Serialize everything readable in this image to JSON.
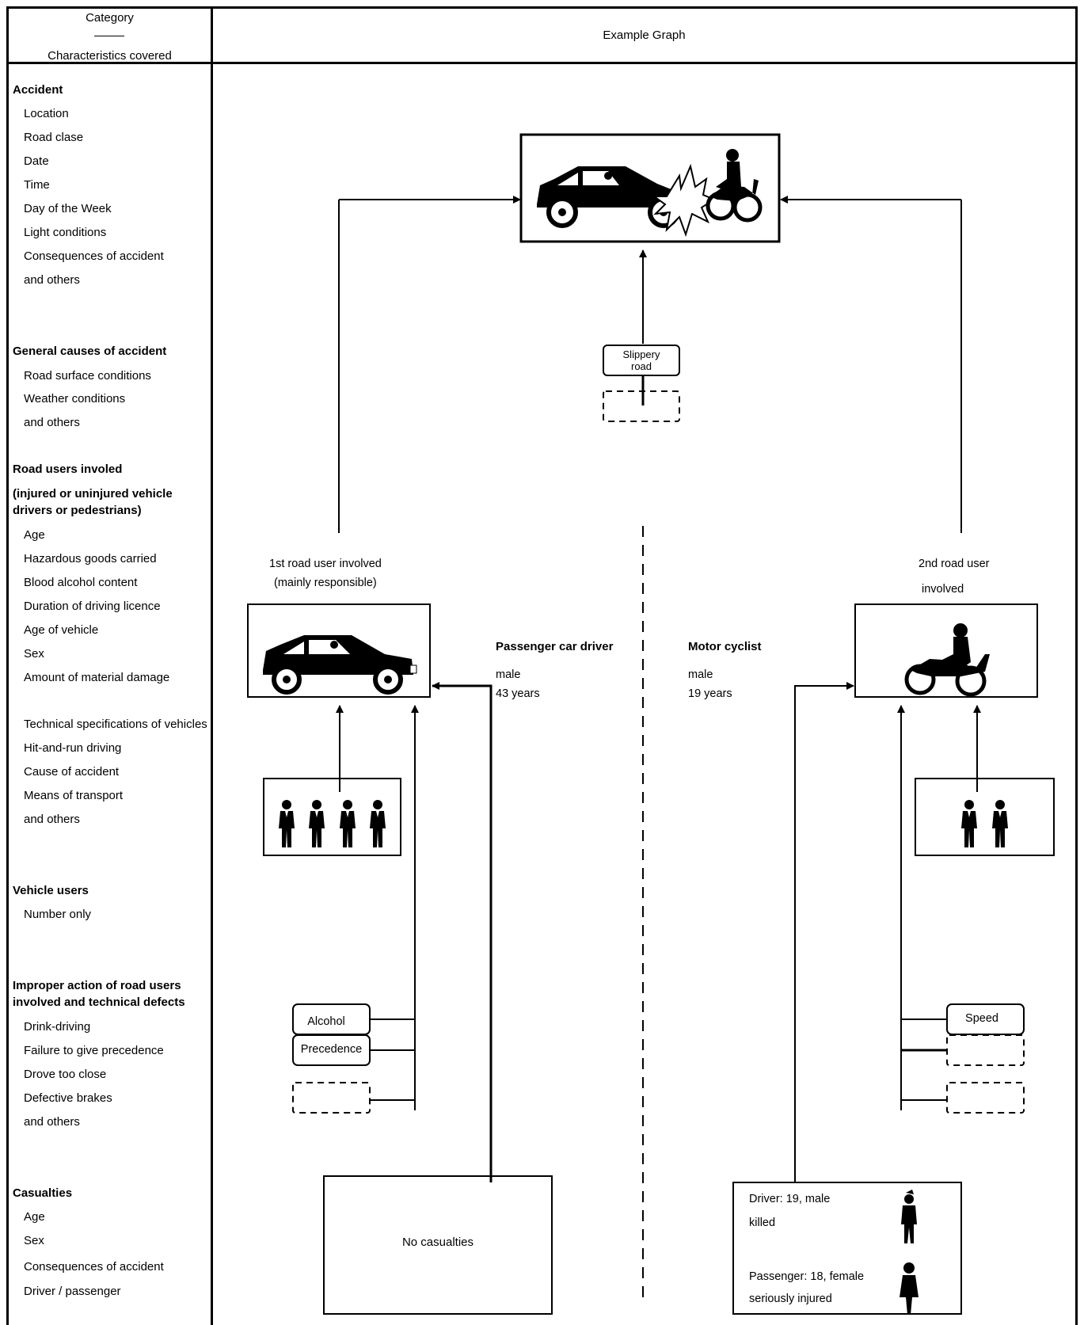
{
  "header": {
    "category": "Category",
    "characteristics": "Characteristics covered",
    "example_graph": "Example Graph"
  },
  "categories": {
    "accident": {
      "title": "Accident",
      "items": [
        "Location",
        "Road clase",
        "Date",
        "Time",
        "Day of the Week",
        "Light conditions",
        "Consequences of accident",
        "and others"
      ]
    },
    "general_causes": {
      "title": "General causes of accident",
      "items": [
        "Road surface conditions",
        "Weather conditions",
        "and others"
      ]
    },
    "road_users": {
      "title_line1": "Road users involed",
      "title_line2": "(injured or uninjured vehicle",
      "title_line3": "drivers or pedestrians)",
      "items": [
        "Age",
        "Hazardous goods carried",
        "Blood alcohol content",
        "Duration of driving licence",
        "Age of vehicle",
        "Sex",
        "Amount of material damage",
        "Technical specifications of vehicles",
        "Hit-and-run driving",
        "Cause of accident",
        "Means of transport",
        "and others"
      ]
    },
    "vehicle_users": {
      "title": "Vehicle users",
      "items": [
        "Number only"
      ]
    },
    "improper_action": {
      "title_line1": "Improper action of road users",
      "title_line2": "involved and technical defects",
      "items": [
        "Drink-driving",
        "Failure to give precedence",
        "Drove too close",
        "Defective brakes",
        "and others"
      ]
    },
    "casualties": {
      "title": "Casualties",
      "items": [
        "Age",
        "Sex",
        "Consequences of accident",
        "Driver / passenger"
      ]
    }
  },
  "graph": {
    "slippery_line1": "Slippery",
    "slippery_line2": "road",
    "user1_line1": "1st road user involved",
    "user1_line2": "(mainly responsible)",
    "user2_line1": "2nd road user",
    "user2_line2": "involved",
    "user1_type": "Passenger car driver",
    "user1_sex": "male",
    "user1_age": "43 years",
    "user2_type": "Motor cyclist",
    "user2_sex": "male",
    "user2_age": "19 years",
    "alcohol": "Alcohol",
    "precedence": "Precedence",
    "speed": "Speed",
    "no_casualties": "No casualties",
    "casualty1_line1": "Driver: 19, male",
    "casualty1_line2": "killed",
    "casualty2_line1": "Passenger: 18, female",
    "casualty2_line2": "seriously injured"
  }
}
